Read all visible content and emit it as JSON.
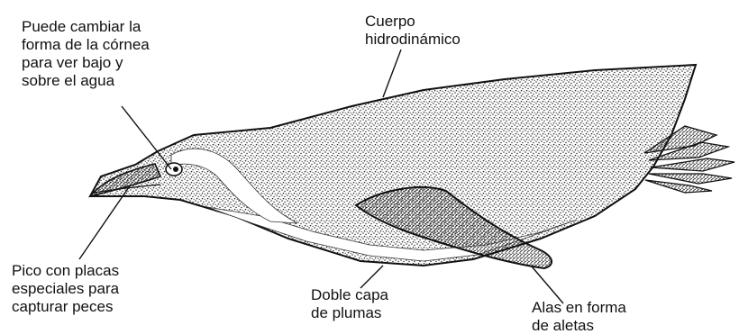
{
  "labels": {
    "cornea": "Puede cambiar la\nforma de la córnea\npara ver bajo y\nsobre el agua",
    "body": "Cuerpo\nhidrodinámico",
    "beak": "Pico con placas\nespeciales para\ncapturar peces",
    "feathers": "Doble capa\nde plumas",
    "wings": "Alas en forma\nde aletas"
  },
  "colors": {
    "ink": "#111111",
    "paper": "#ffffff"
  }
}
